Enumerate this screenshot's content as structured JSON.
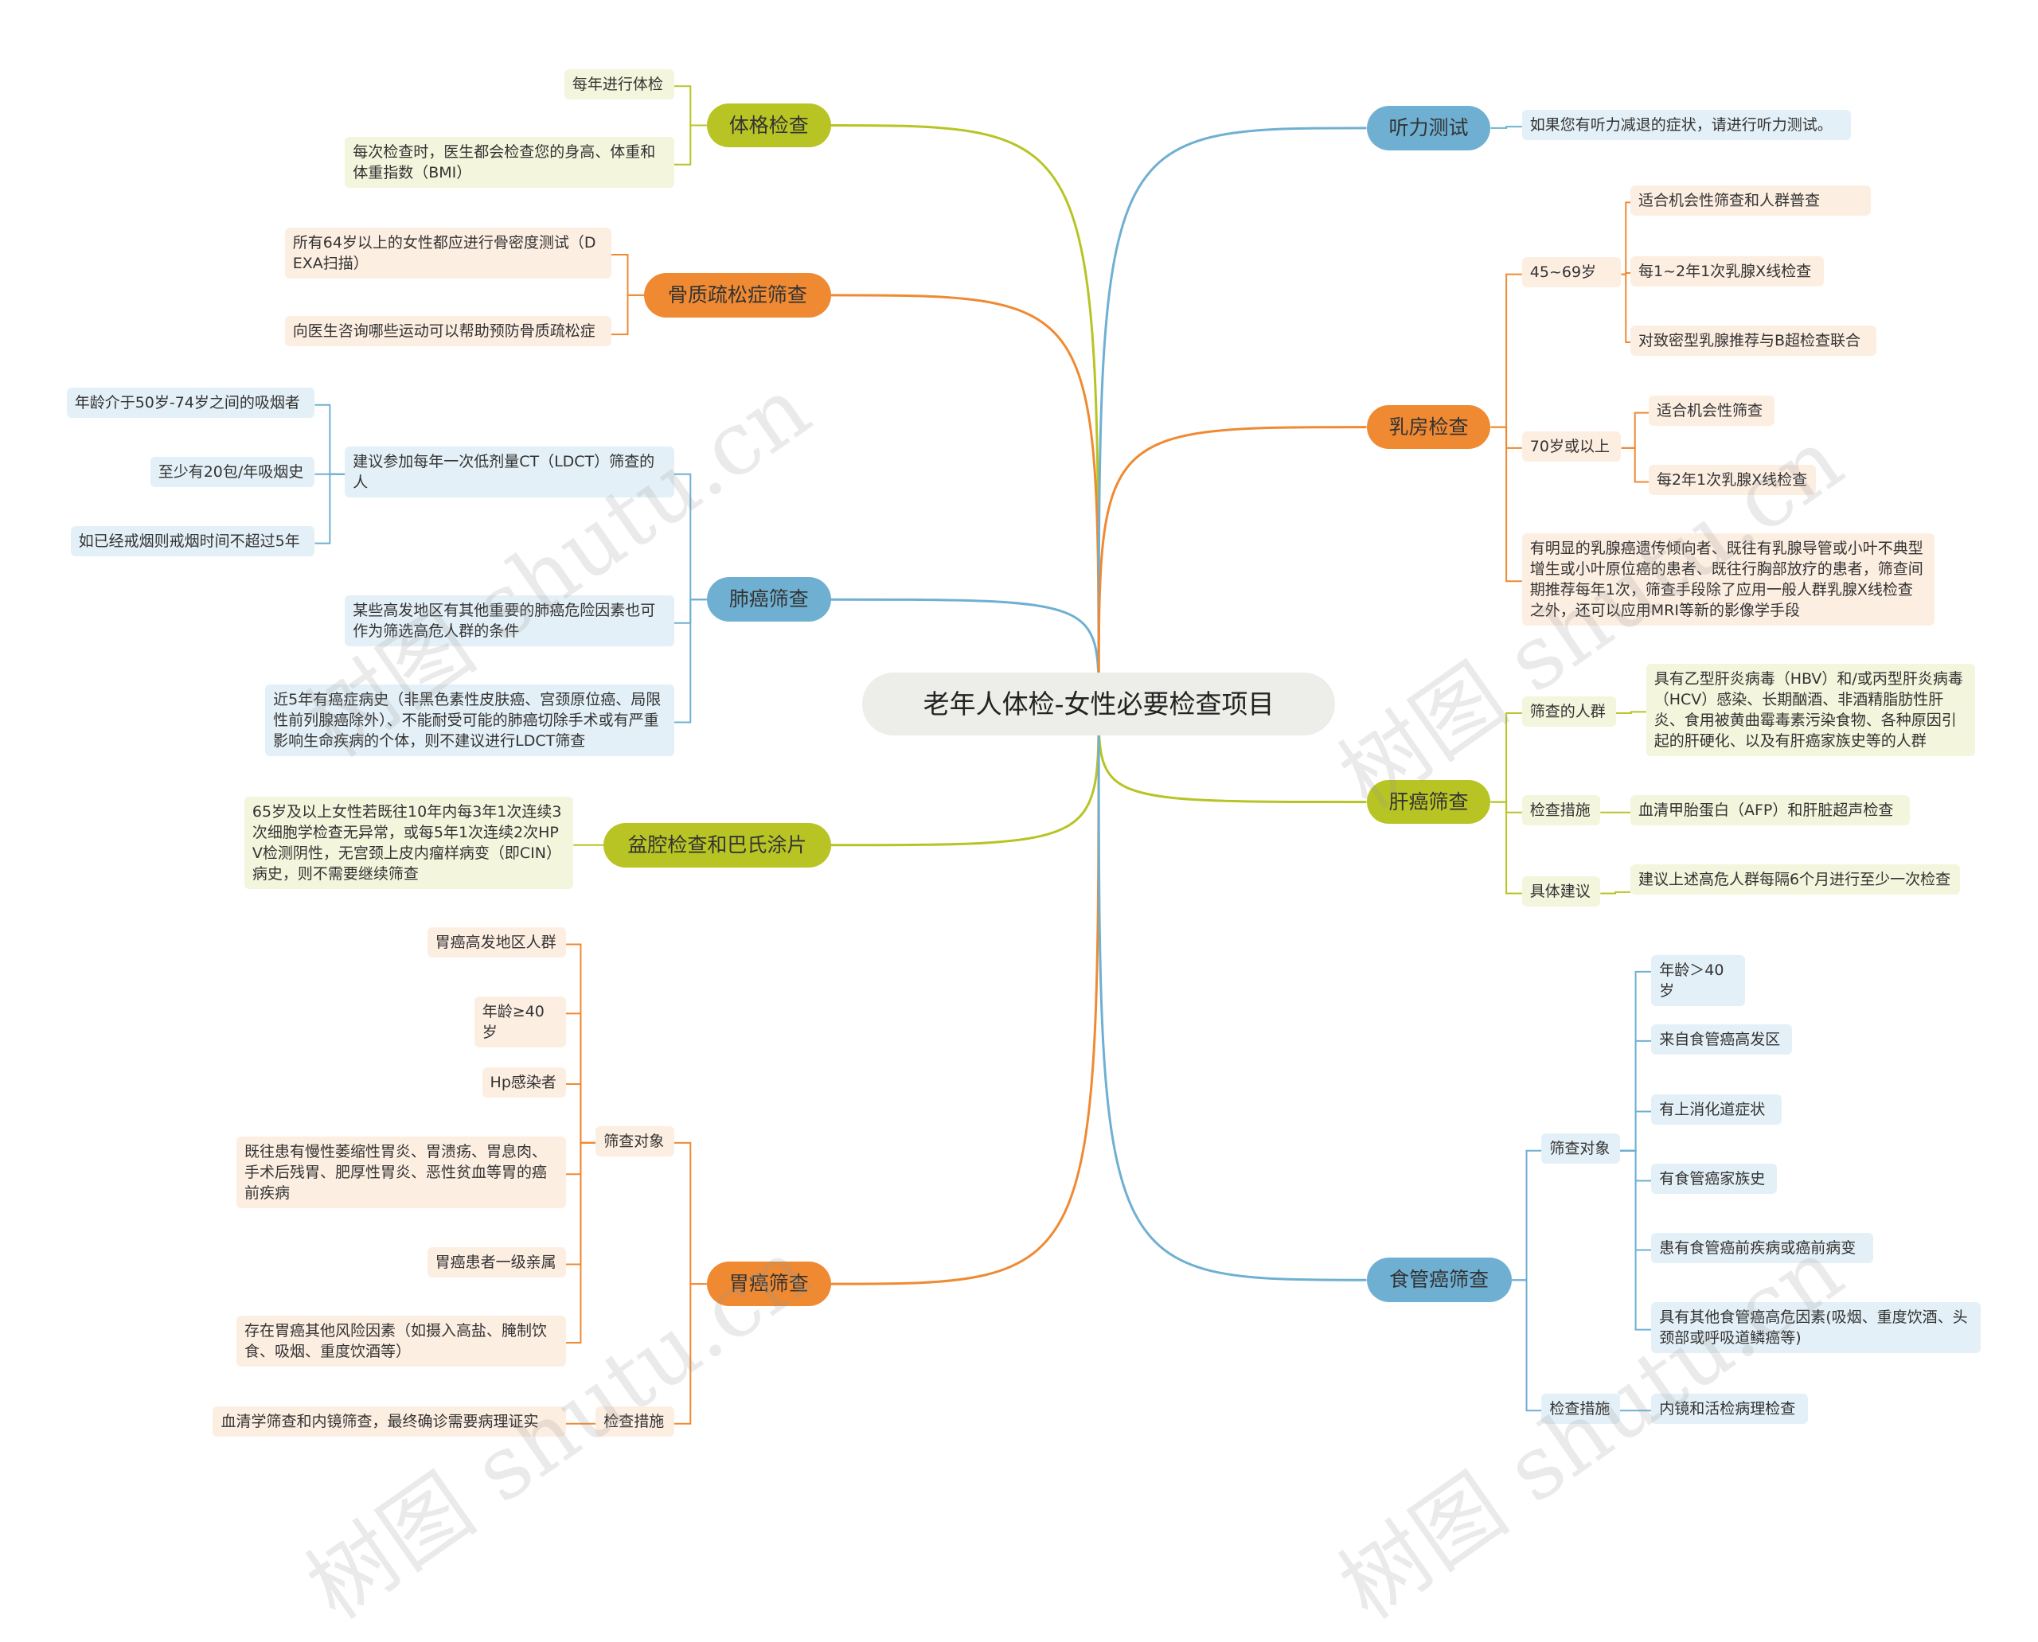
{
  "root": {
    "text": "老年人体检-女性必要检查项目"
  },
  "colors": {
    "olive": "#b8c424",
    "orange": "#ef8a33",
    "blue": "#6fb0d2"
  },
  "watermarks": [
    "树图 shutu.cn",
    "树图 shutu.cn",
    "树图 shutu.cn",
    "树图 shutu.cn"
  ],
  "nodes": [
    {
      "id": "b1",
      "kind": "branch",
      "color": "olive",
      "text": "体格检查"
    },
    {
      "id": "b1a",
      "kind": "leaf",
      "color": "olive",
      "text": "每年进行体检"
    },
    {
      "id": "b1b",
      "kind": "leaf",
      "color": "olive",
      "text": "每次检查时，医生都会检查您的身高、体重和体重指数（BMI）"
    },
    {
      "id": "b2",
      "kind": "branch",
      "color": "orange",
      "text": "骨质疏松症筛查"
    },
    {
      "id": "b2a",
      "kind": "leaf",
      "color": "orange",
      "text": "所有64岁以上的女性都应进行骨密度测试（DEXA扫描）"
    },
    {
      "id": "b2b",
      "kind": "leaf",
      "color": "orange",
      "text": "向医生咨询哪些运动可以帮助预防骨质疏松症"
    },
    {
      "id": "b3",
      "kind": "branch",
      "color": "blue",
      "text": "肺癌筛查"
    },
    {
      "id": "b3a",
      "kind": "leaf",
      "color": "blue",
      "text": "建议参加每年一次低剂量CT（LDCT）筛查的人"
    },
    {
      "id": "b3a1",
      "kind": "leaf",
      "color": "blue",
      "text": "年龄介于50岁-74岁之间的吸烟者"
    },
    {
      "id": "b3a2",
      "kind": "leaf",
      "color": "blue",
      "text": "至少有20包/年吸烟史"
    },
    {
      "id": "b3a3",
      "kind": "leaf",
      "color": "blue",
      "text": "如已经戒烟则戒烟时间不超过5年"
    },
    {
      "id": "b3b",
      "kind": "leaf",
      "color": "blue",
      "text": "某些高发地区有其他重要的肺癌危险因素也可作为筛选高危人群的条件"
    },
    {
      "id": "b3c",
      "kind": "leaf",
      "color": "blue",
      "text": "近5年有癌症病史（非黑色素性皮肤癌、宫颈原位癌、局限性前列腺癌除外）、不能耐受可能的肺癌切除手术或有严重影响生命疾病的个体，则不建议进行LDCT筛查"
    },
    {
      "id": "b4",
      "kind": "branch",
      "color": "olive",
      "text": "盆腔检查和巴氏涂片"
    },
    {
      "id": "b4a",
      "kind": "leaf",
      "color": "olive",
      "text": "65岁及以上女性若既往10年内每3年1次连续3次细胞学检查无异常，或每5年1次连续2次HPV检测阴性，无宫颈上皮内瘤样病变（即CIN）病史，则不需要继续筛查"
    },
    {
      "id": "b5",
      "kind": "branch",
      "color": "orange",
      "text": "胃癌筛查"
    },
    {
      "id": "b5a",
      "kind": "leaf",
      "color": "orange",
      "text": "筛查对象"
    },
    {
      "id": "b5a1",
      "kind": "leaf",
      "color": "orange",
      "text": "胃癌高发地区人群"
    },
    {
      "id": "b5a2",
      "kind": "leaf",
      "color": "orange",
      "text": "年龄≥40岁"
    },
    {
      "id": "b5a3",
      "kind": "leaf",
      "color": "orange",
      "text": "Hp感染者"
    },
    {
      "id": "b5a4",
      "kind": "leaf",
      "color": "orange",
      "text": "既往患有慢性萎缩性胃炎、胃溃疡、胃息肉、手术后残胃、肥厚性胃炎、恶性贫血等胃的癌前疾病"
    },
    {
      "id": "b5a5",
      "kind": "leaf",
      "color": "orange",
      "text": "胃癌患者一级亲属"
    },
    {
      "id": "b5a6",
      "kind": "leaf",
      "color": "orange",
      "text": "存在胃癌其他风险因素（如摄入高盐、腌制饮食、吸烟、重度饮酒等）"
    },
    {
      "id": "b5b",
      "kind": "leaf",
      "color": "orange",
      "text": "检查措施"
    },
    {
      "id": "b5b1",
      "kind": "leaf",
      "color": "orange",
      "text": "血清学筛查和内镜筛查，最终确诊需要病理证实"
    },
    {
      "id": "r1",
      "kind": "branch",
      "color": "blue",
      "text": "听力测试"
    },
    {
      "id": "r1a",
      "kind": "leaf",
      "color": "blue",
      "text": "如果您有听力减退的症状，请进行听力测试。"
    },
    {
      "id": "r2",
      "kind": "branch",
      "color": "orange",
      "text": "乳房检查"
    },
    {
      "id": "r2a",
      "kind": "leaf",
      "color": "orange",
      "text": "45~69岁"
    },
    {
      "id": "r2a1",
      "kind": "leaf",
      "color": "orange",
      "text": "适合机会性筛查和人群普查"
    },
    {
      "id": "r2a2",
      "kind": "leaf",
      "color": "orange",
      "text": "每1~2年1次乳腺X线检查"
    },
    {
      "id": "r2a3",
      "kind": "leaf",
      "color": "orange",
      "text": "对致密型乳腺推荐与B超检查联合"
    },
    {
      "id": "r2b",
      "kind": "leaf",
      "color": "orange",
      "text": "70岁或以上"
    },
    {
      "id": "r2b1",
      "kind": "leaf",
      "color": "orange",
      "text": "适合机会性筛查"
    },
    {
      "id": "r2b2",
      "kind": "leaf",
      "color": "orange",
      "text": "每2年1次乳腺X线检查"
    },
    {
      "id": "r2c",
      "kind": "leaf",
      "color": "orange",
      "text": "有明显的乳腺癌遗传倾向者、既往有乳腺导管或小叶不典型增生或小叶原位癌的患者、既往行胸部放疗的患者，筛查间期推荐每年1次，筛查手段除了应用一般人群乳腺X线检查之外，还可以应用MRI等新的影像学手段"
    },
    {
      "id": "r3",
      "kind": "branch",
      "color": "olive",
      "text": "肝癌筛查"
    },
    {
      "id": "r3a",
      "kind": "leaf",
      "color": "olive",
      "text": "筛查的人群"
    },
    {
      "id": "r3a1",
      "kind": "leaf",
      "color": "olive",
      "text": "具有乙型肝炎病毒（HBV）和/或丙型肝炎病毒（HCV）感染、长期酗酒、非酒精脂肪性肝炎、食用被黄曲霉毒素污染食物、各种原因引起的肝硬化、以及有肝癌家族史等的人群"
    },
    {
      "id": "r3b",
      "kind": "leaf",
      "color": "olive",
      "text": "检查措施"
    },
    {
      "id": "r3b1",
      "kind": "leaf",
      "color": "olive",
      "text": "血清甲胎蛋白（AFP）和肝脏超声检查"
    },
    {
      "id": "r3c",
      "kind": "leaf",
      "color": "olive",
      "text": "具体建议"
    },
    {
      "id": "r3c1",
      "kind": "leaf",
      "color": "olive",
      "text": "建议上述高危人群每隔6个月进行至少一次检查"
    },
    {
      "id": "r4",
      "kind": "branch",
      "color": "blue",
      "text": "食管癌筛查"
    },
    {
      "id": "r4a",
      "kind": "leaf",
      "color": "blue",
      "text": "筛查对象"
    },
    {
      "id": "r4a1",
      "kind": "leaf",
      "color": "blue",
      "text": "年龄＞40岁"
    },
    {
      "id": "r4a2",
      "kind": "leaf",
      "color": "blue",
      "text": "来自食管癌高发区"
    },
    {
      "id": "r4a3",
      "kind": "leaf",
      "color": "blue",
      "text": "有上消化道症状"
    },
    {
      "id": "r4a4",
      "kind": "leaf",
      "color": "blue",
      "text": "有食管癌家族史"
    },
    {
      "id": "r4a5",
      "kind": "leaf",
      "color": "blue",
      "text": "患有食管癌前疾病或癌前病变"
    },
    {
      "id": "r4a6",
      "kind": "leaf",
      "color": "blue",
      "text": "具有其他食管癌高危因素(吸烟、重度饮酒、头颈部或呼吸道鳞癌等)"
    },
    {
      "id": "r4b",
      "kind": "leaf",
      "color": "blue",
      "text": "检查措施"
    },
    {
      "id": "r4b1",
      "kind": "leaf",
      "color": "blue",
      "text": "内镜和活检病理检查"
    }
  ]
}
